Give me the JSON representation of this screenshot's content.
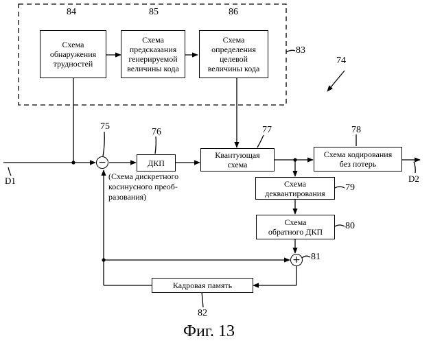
{
  "blocks": {
    "difficulty": {
      "number": "84",
      "label": "Схема\nобнаружения\nтрудностей"
    },
    "predict": {
      "number": "85",
      "label": "Схема\nпредсказания\nгенерируемой\nвеличины кода"
    },
    "target": {
      "number": "86",
      "label": "Схема\nопределения\nцелевой\nвеличины кода"
    },
    "group_number": "83",
    "dct": {
      "number": "76",
      "label": "ДКП"
    },
    "quant": {
      "number": "77",
      "label": "Квантующая\nсхема"
    },
    "lossless": {
      "number": "78",
      "label": "Схема кодирования\nбез потерь"
    },
    "dequant": {
      "number": "79",
      "label": "Схема\nдеквантирования"
    },
    "idct": {
      "number": "80",
      "label": "Схема\nобратного ДКП"
    },
    "frame": {
      "number": "82",
      "label": "Кадровая память"
    }
  },
  "nodes": {
    "subtract": {
      "number": "75",
      "symbol": "−"
    },
    "add": {
      "number": "81",
      "symbol": "+"
    }
  },
  "system_number": "74",
  "signals": {
    "input": "D1",
    "output": "D2"
  },
  "dct_note": "(Схема дискретного\nкосинусного преоб-\nразования)",
  "caption": "Фиг. 13"
}
